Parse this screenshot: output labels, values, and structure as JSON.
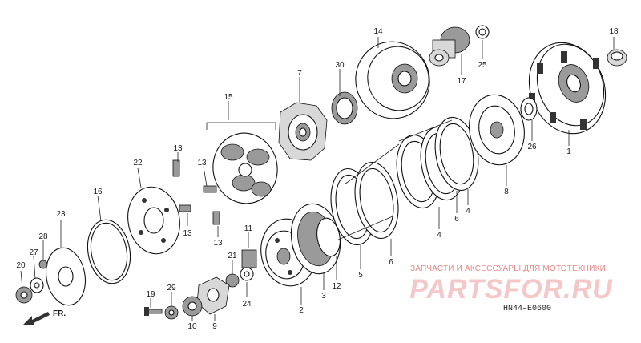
{
  "watermark": {
    "tagline": "ЗАПЧАСТИ И АКСЕССУАРЫ ДЛЯ МОТОТЕХНИКИ",
    "logo": "PARTSFOR.RU"
  },
  "diagram_code": "HN44–E0600",
  "front_arrow": "FR.",
  "callouts": [
    {
      "id": "1",
      "label": "1"
    },
    {
      "id": "2",
      "label": "2"
    },
    {
      "id": "3",
      "label": "3"
    },
    {
      "id": "4a",
      "label": "4"
    },
    {
      "id": "4b",
      "label": "4"
    },
    {
      "id": "5",
      "label": "5"
    },
    {
      "id": "6a",
      "label": "6"
    },
    {
      "id": "6b",
      "label": "6"
    },
    {
      "id": "7",
      "label": "7"
    },
    {
      "id": "8",
      "label": "8"
    },
    {
      "id": "9",
      "label": "9"
    },
    {
      "id": "10",
      "label": "10"
    },
    {
      "id": "11",
      "label": "11"
    },
    {
      "id": "12",
      "label": "12"
    },
    {
      "id": "13a",
      "label": "13"
    },
    {
      "id": "13b",
      "label": "13"
    },
    {
      "id": "13c",
      "label": "13"
    },
    {
      "id": "13d",
      "label": "13"
    },
    {
      "id": "14",
      "label": "14"
    },
    {
      "id": "15",
      "label": "15"
    },
    {
      "id": "16",
      "label": "16"
    },
    {
      "id": "17",
      "label": "17"
    },
    {
      "id": "18",
      "label": "18"
    },
    {
      "id": "19",
      "label": "19"
    },
    {
      "id": "20",
      "label": "20"
    },
    {
      "id": "21",
      "label": "21"
    },
    {
      "id": "22",
      "label": "22"
    },
    {
      "id": "23",
      "label": "23"
    },
    {
      "id": "24",
      "label": "24"
    },
    {
      "id": "25",
      "label": "25"
    },
    {
      "id": "26",
      "label": "26"
    },
    {
      "id": "27",
      "label": "27"
    },
    {
      "id": "28",
      "label": "28"
    },
    {
      "id": "29",
      "label": "29"
    },
    {
      "id": "30",
      "label": "30"
    }
  ]
}
